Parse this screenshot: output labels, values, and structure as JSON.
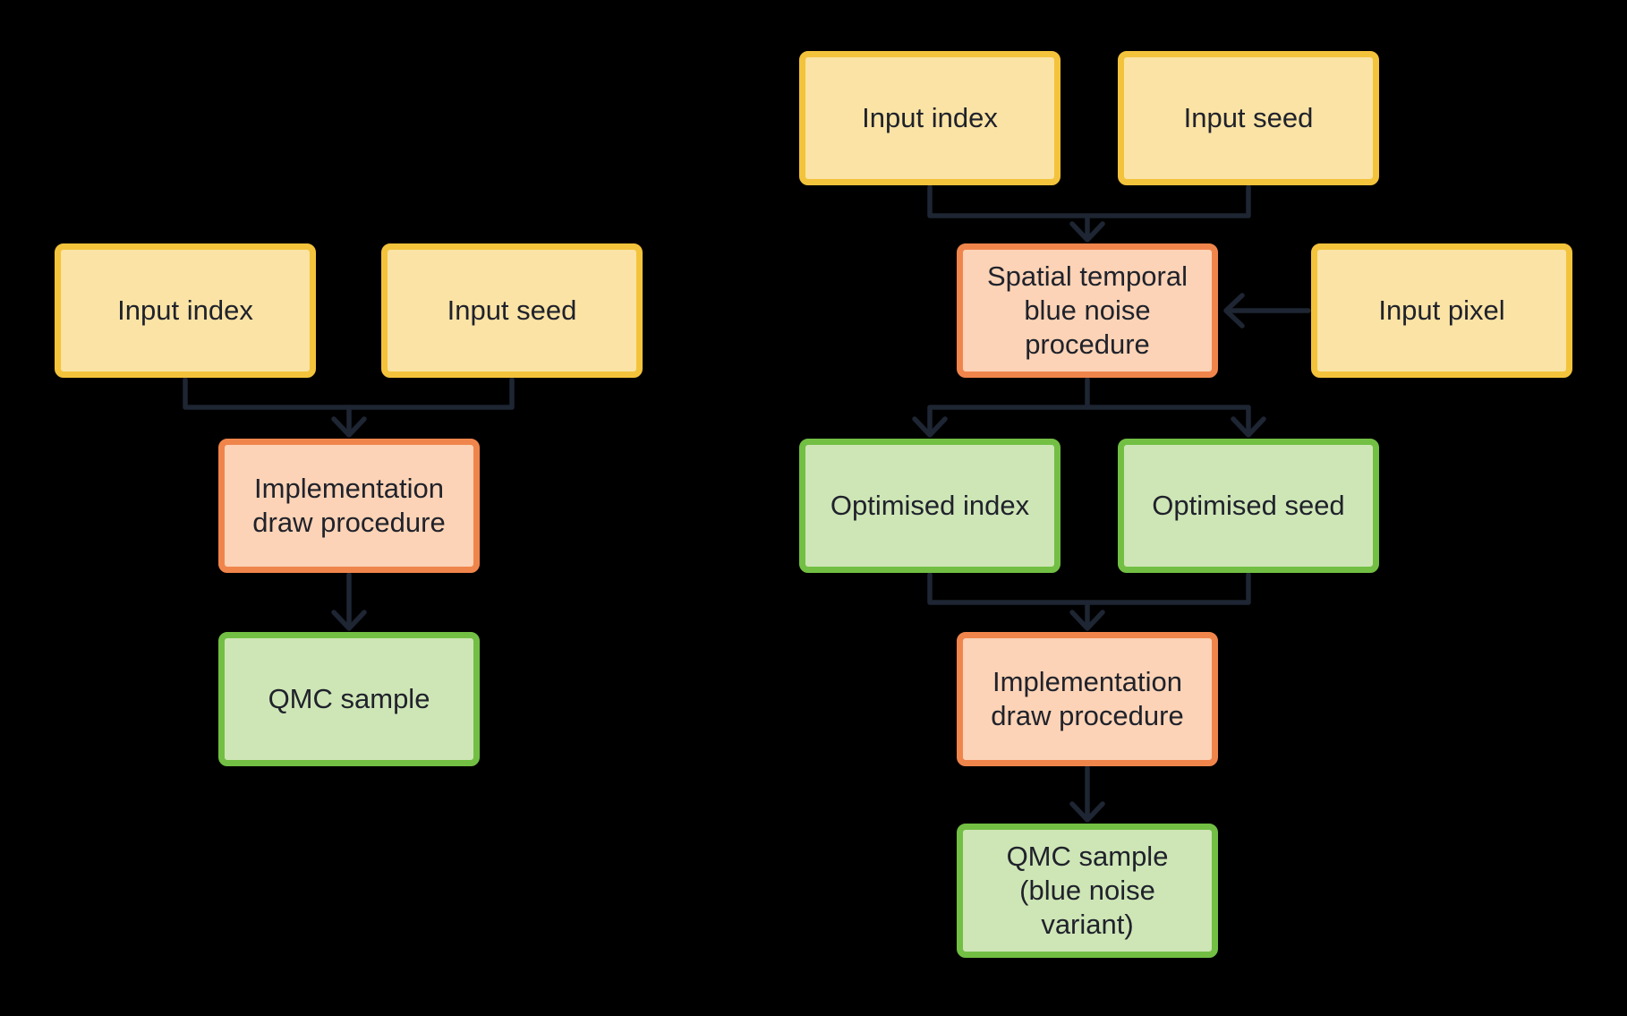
{
  "colors": {
    "bg": "#000000",
    "yellow_fill": "#fae3a4",
    "yellow_border": "#f4c33c",
    "orange_fill": "#fcd3b6",
    "orange_border": "#f0854c",
    "green_fill": "#cee6b6",
    "green_border": "#72bf44",
    "arrow": "#1e2533",
    "text": "#20222b"
  },
  "nodes": {
    "l_input_index": {
      "label": "Input index",
      "kind": "input"
    },
    "l_input_seed": {
      "label": "Input seed",
      "kind": "input"
    },
    "l_impl_draw": {
      "label": "Implementation\ndraw procedure",
      "kind": "procedure"
    },
    "l_qmc": {
      "label": "QMC sample",
      "kind": "output"
    },
    "r_input_index": {
      "label": "Input index",
      "kind": "input"
    },
    "r_input_seed": {
      "label": "Input seed",
      "kind": "input"
    },
    "r_stbn": {
      "label": "Spatial temporal\nblue noise\nprocedure",
      "kind": "procedure"
    },
    "r_input_pixel": {
      "label": "Input pixel",
      "kind": "input"
    },
    "r_opt_index": {
      "label": "Optimised index",
      "kind": "output"
    },
    "r_opt_seed": {
      "label": "Optimised seed",
      "kind": "output"
    },
    "r_impl_draw": {
      "label": "Implementation\ndraw procedure",
      "kind": "procedure"
    },
    "r_qmc_bn": {
      "label": "QMC sample\n(blue noise\nvariant)",
      "kind": "output"
    }
  },
  "edges": [
    {
      "from": [
        "l_input_index",
        "l_input_seed"
      ],
      "to": [
        "l_impl_draw"
      ]
    },
    {
      "from": [
        "l_impl_draw"
      ],
      "to": [
        "l_qmc"
      ]
    },
    {
      "from": [
        "r_input_index",
        "r_input_seed"
      ],
      "to": [
        "r_stbn"
      ]
    },
    {
      "from": [
        "r_input_pixel"
      ],
      "to": [
        "r_stbn"
      ]
    },
    {
      "from": [
        "r_stbn"
      ],
      "to": [
        "r_opt_index",
        "r_opt_seed"
      ]
    },
    {
      "from": [
        "r_opt_index",
        "r_opt_seed"
      ],
      "to": [
        "r_impl_draw"
      ]
    },
    {
      "from": [
        "r_impl_draw"
      ],
      "to": [
        "r_qmc_bn"
      ]
    }
  ]
}
